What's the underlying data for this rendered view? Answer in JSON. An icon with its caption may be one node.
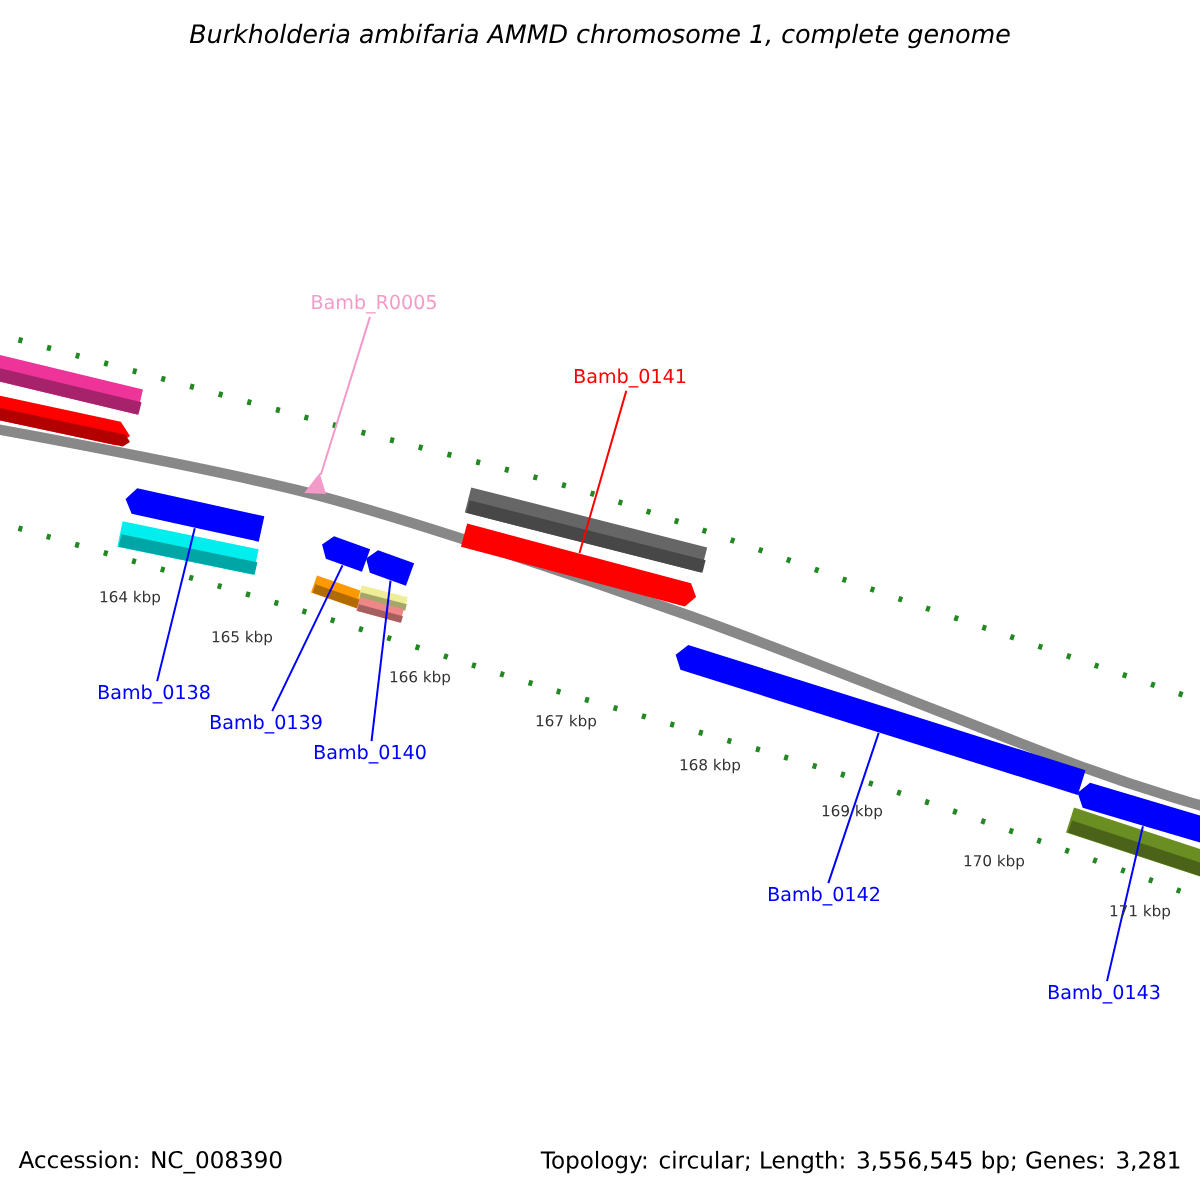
{
  "diagram": {
    "title": "Burkholderia ambifaria AMMD chromosome 1, complete genome",
    "nodes": [
      {
        "text": [
          "Bamb_R0005"
        ]
      },
      {
        "text": [],
        "shape": "triangle"
      },
      {
        "text": [
          "Bamb_0141"
        ]
      },
      {
        "text": [],
        "shape": "bar"
      },
      {
        "text": [],
        "shape": "bar"
      },
      {
        "text": [],
        "shape": "bar"
      },
      {
        "text": [],
        "shape": "bar"
      },
      {
        "text": [
          "Bamb_0138"
        ]
      },
      {
        "text": [
          "Bamb_0139"
        ]
      },
      {
        "text": [
          "Bamb_0140"
        ]
      },
      {
        "text": [],
        "shape": "bar"
      },
      {
        "text": [],
        "shape": "bar"
      },
      {
        "text": [
          "Bamb_0142"
        ]
      },
      {
        "text": [
          "Bamb_0143"
        ]
      }
    ],
    "edges": [
      {
        "from": 0,
        "to": 1,
        "arrow": "none",
        "color": "#f49ac8"
      },
      {
        "from": 2,
        "to": 3,
        "arrow": "none",
        "color": "#ff0000"
      },
      {
        "from": 7,
        "to": 4,
        "arrow": "none"
      },
      {
        "from": 8,
        "to": 5,
        "arrow": "none"
      },
      {
        "from": 9,
        "to": 6,
        "arrow": "none"
      },
      {
        "from": 12,
        "to": 10,
        "arrow": "none"
      },
      {
        "from": 13,
        "to": 11,
        "arrow": "none"
      }
    ],
    "labels": [
      "164 kbp",
      "165 kbp",
      "166 kbp",
      "167 kbp",
      "168 kbp",
      "169 kbp",
      "170 kbp",
      "171 kbp",
      "Accession: NC_008390",
      "Topology: circular; Length: 3,556,545 bp; Genes: 3,281"
    ]
  }
}
